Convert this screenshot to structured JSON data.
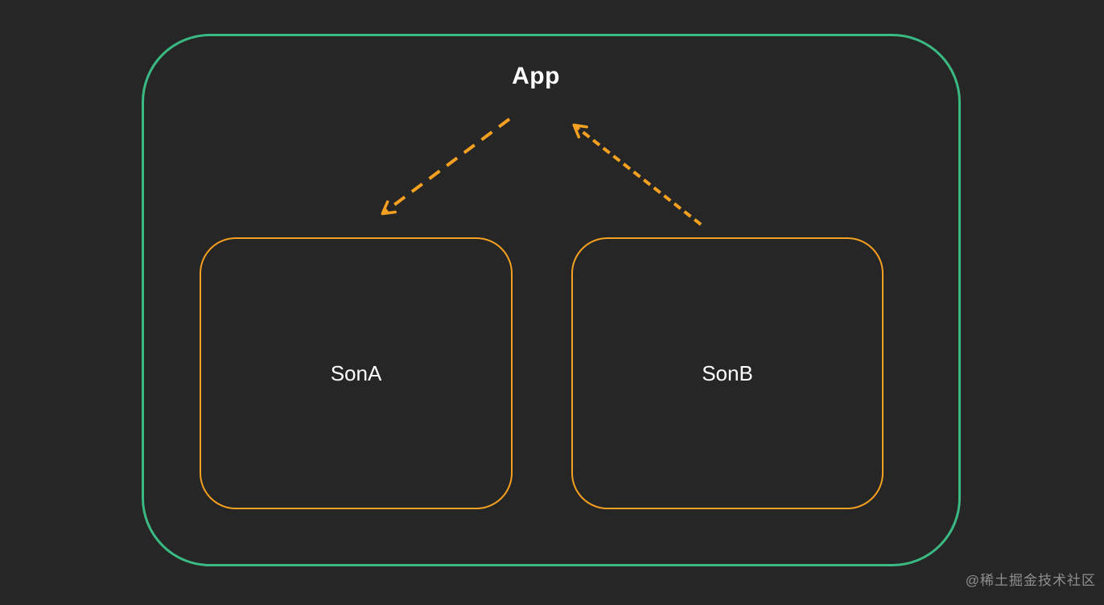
{
  "colors": {
    "background": "#262626",
    "app_border": "#3bb983",
    "node_border": "#f5a020",
    "arrow": "#f5a020",
    "text": "#ffffff",
    "watermark": "#8f8f8f"
  },
  "diagram": {
    "app": {
      "label": "App"
    },
    "nodes": [
      {
        "id": "sonA",
        "label": "SonA"
      },
      {
        "id": "sonB",
        "label": "SonB"
      }
    ],
    "edges": [
      {
        "from": "App",
        "to": "SonA",
        "style": "dashed",
        "direction": "down-left"
      },
      {
        "from": "SonB",
        "to": "App",
        "style": "dashed",
        "direction": "up-left"
      }
    ]
  },
  "watermark": {
    "text": "@稀土掘金技术社区"
  }
}
